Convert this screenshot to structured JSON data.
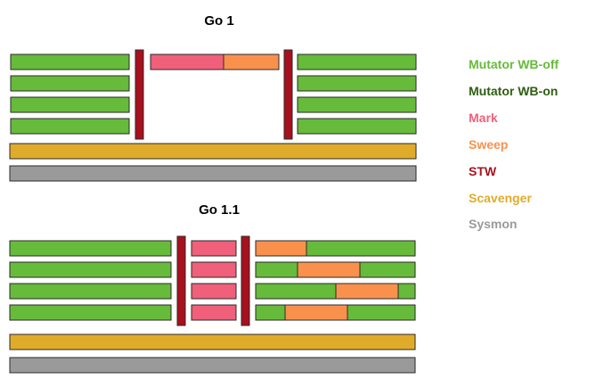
{
  "colors": {
    "mutator_wb_off": "#66bb3a",
    "mutator_wb_on": "#2e5e10",
    "mark": "#f0607a",
    "sweep": "#f9914d",
    "stw": "#a8101e",
    "scavenger": "#e0ab2a",
    "sysmon": "#9a9a9a",
    "outline": "#2a2a2a"
  },
  "sections": [
    {
      "title": "Go 1"
    },
    {
      "title": "Go 1.1"
    }
  ],
  "legend": [
    {
      "label": "Mutator WB-off",
      "color": "#66bb3a"
    },
    {
      "label": "Mutator WB-on",
      "color": "#2e5e10"
    },
    {
      "label": "Mark",
      "color": "#f0607a"
    },
    {
      "label": "Sweep",
      "color": "#f9914d"
    },
    {
      "label": "STW",
      "color": "#a8101e"
    },
    {
      "label": "Scavenger",
      "color": "#e0ab2a"
    },
    {
      "label": "Sysmon",
      "color": "#9a9a9a"
    }
  ]
}
